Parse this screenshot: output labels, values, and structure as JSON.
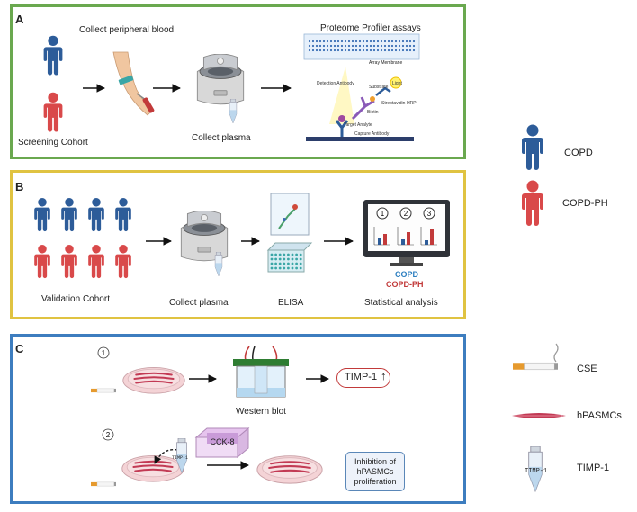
{
  "colors": {
    "copd": "#2d5c99",
    "copd_ph": "#d9494a",
    "panel_a": "#6aa84f",
    "panel_b": "#e0c341",
    "panel_c": "#3d7dbf"
  },
  "panel_a": {
    "letter": "A",
    "collect_blood": "Collect peripheral blood",
    "screening": "Screening Cohort",
    "collect_plasma": "Collect plasma",
    "proteome": "Proteome Profiler assays",
    "array_membrane": "Array Membrane",
    "detection_antibody": "Detection Antibody",
    "substrate": "Substrate",
    "light": "Light",
    "streptavidin": "Streptavidin-HRP",
    "biotin": "Biotin",
    "target_analyte": "Target Analyte",
    "capture_antibody": "Capture Antibody"
  },
  "panel_b": {
    "letter": "B",
    "validation": "Validation Cohort",
    "collect_plasma": "Collect plasma",
    "elisa": "ELISA",
    "copd": "COPD",
    "copd_ph": "COPD-PH",
    "statistical": "Statistical analysis",
    "numbers": [
      "1",
      "2",
      "3"
    ]
  },
  "panel_c": {
    "letter": "C",
    "step1": "1",
    "step2": "2",
    "western": "Western blot",
    "timp": "TIMP-1",
    "cck8": "CCK-8",
    "tube_label": "TIMP-1",
    "inhibition": [
      "Inhibition of",
      "hPASMCs",
      "proliferation"
    ]
  },
  "legend": {
    "copd": "COPD",
    "copd_ph": "COPD-PH",
    "cse": "CSE",
    "hpasmcs": "hPASMCs",
    "timp": "TIMP-1",
    "tube_label": "TIMP-1"
  }
}
